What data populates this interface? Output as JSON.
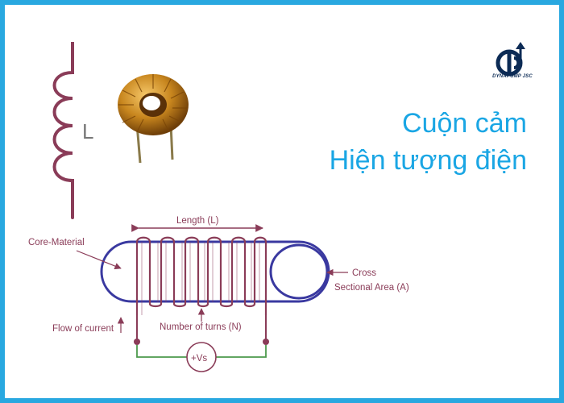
{
  "brand": {
    "logo_text": "DYNAPUMP JSC"
  },
  "title": {
    "line1": "Cuộn cảm",
    "line2": "Hiện tượng điện"
  },
  "inductor_symbol": {
    "label": "L"
  },
  "diagram": {
    "length_label": "Length (L)",
    "core_material_label": "Core-Material",
    "cross_label_line1": "Cross",
    "cross_label_line2": "Sectional Area (A)",
    "flow_label": "Flow of current",
    "turns_label": "Number of turns (N)",
    "source_label": "+Vs"
  },
  "colors": {
    "frame": "#29a8e0",
    "title": "#1aa6e4",
    "core": "#3a39a0",
    "winding": "#8a3c58",
    "lead": "#4c9a4c",
    "label": "#8a3c58"
  }
}
